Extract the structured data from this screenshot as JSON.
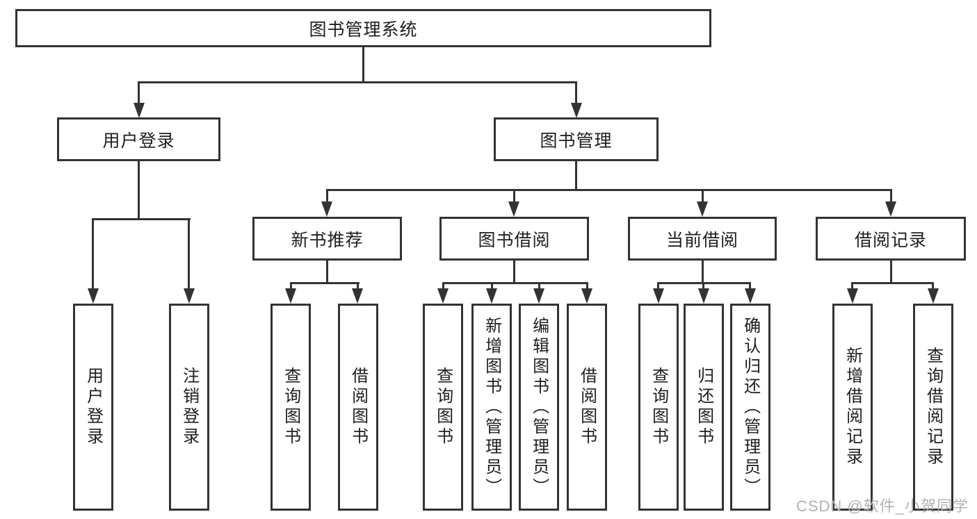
{
  "tree": {
    "label": "图书管理系统",
    "children": [
      {
        "label": "用户登录",
        "children": [
          {
            "label": "用户登录"
          },
          {
            "label": "注销登录"
          }
        ]
      },
      {
        "label": "图书管理",
        "children": [
          {
            "label": "新书推荐",
            "children": [
              {
                "label": "查询图书"
              },
              {
                "label": "借阅图书"
              }
            ]
          },
          {
            "label": "图书借阅",
            "children": [
              {
                "label": "查询图书"
              },
              {
                "label": "新增图书（管理员）"
              },
              {
                "label": "编辑图书（管理员）"
              },
              {
                "label": "借阅图书"
              }
            ]
          },
          {
            "label": "当前借阅",
            "children": [
              {
                "label": "查询图书"
              },
              {
                "label": "归还图书"
              },
              {
                "label": "确认归还（管理员）"
              }
            ]
          },
          {
            "label": "借阅记录",
            "children": [
              {
                "label": "新增借阅记录"
              },
              {
                "label": "查询借阅记录"
              }
            ]
          }
        ]
      }
    ]
  },
  "watermark": "CSDN @软件_小贺同学",
  "colors": {
    "line": "#333333",
    "box_border": "#333333",
    "box_fill": "#ffffff",
    "text": "#1e1e1e",
    "watermark": "#b2b2b2"
  }
}
